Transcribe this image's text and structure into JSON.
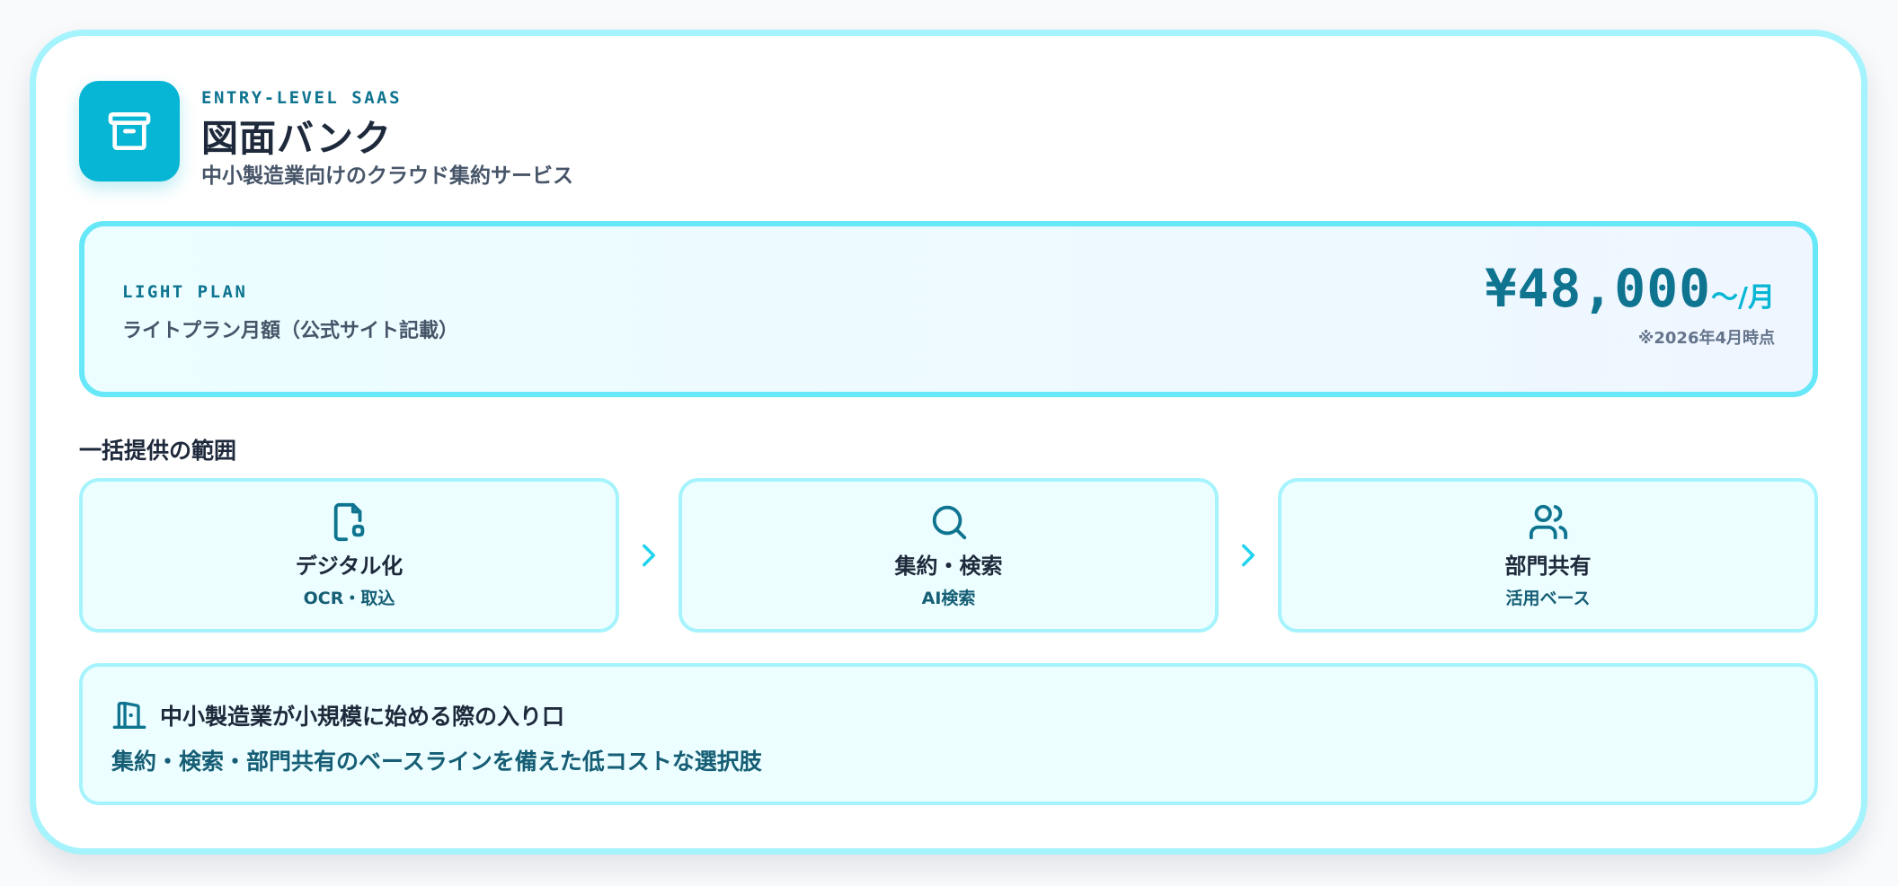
{
  "header": {
    "logo_icon": "archive-box-icon",
    "eyebrow": "ENTRY-LEVEL SAAS",
    "title": "図面バンク",
    "subtitle": "中小製造業向けのクラウド集約サービス"
  },
  "plan": {
    "label": "LIGHT PLAN",
    "description": "ライトプラン月額（公式サイト記載）",
    "price": "¥48,000",
    "price_unit": "〜/月",
    "note": "※2026年4月時点"
  },
  "scope": {
    "title": "一括提供の範囲",
    "steps": [
      {
        "icon": "file-scan-icon",
        "title": "デジタル化",
        "subtitle": "OCR・取込"
      },
      {
        "icon": "search-icon",
        "title": "集約・検索",
        "subtitle": "AI検索"
      },
      {
        "icon": "users-icon",
        "title": "部門共有",
        "subtitle": "活用ベース"
      }
    ],
    "arrow_icon": "chevron-right-icon"
  },
  "callout": {
    "icon": "door-open-icon",
    "title": "中小製造業が小規模に始める際の入り口",
    "body": "集約・検索・部門共有のベースラインを備えた低コストな選択肢"
  },
  "colors": {
    "accent": "#06b6d4",
    "accent_dark": "#0e7490",
    "border_light": "#a5f3fc",
    "border_strong": "#67e8f9",
    "surface": "#ecfeff",
    "text_primary": "#1e293b",
    "text_secondary": "#475569"
  }
}
